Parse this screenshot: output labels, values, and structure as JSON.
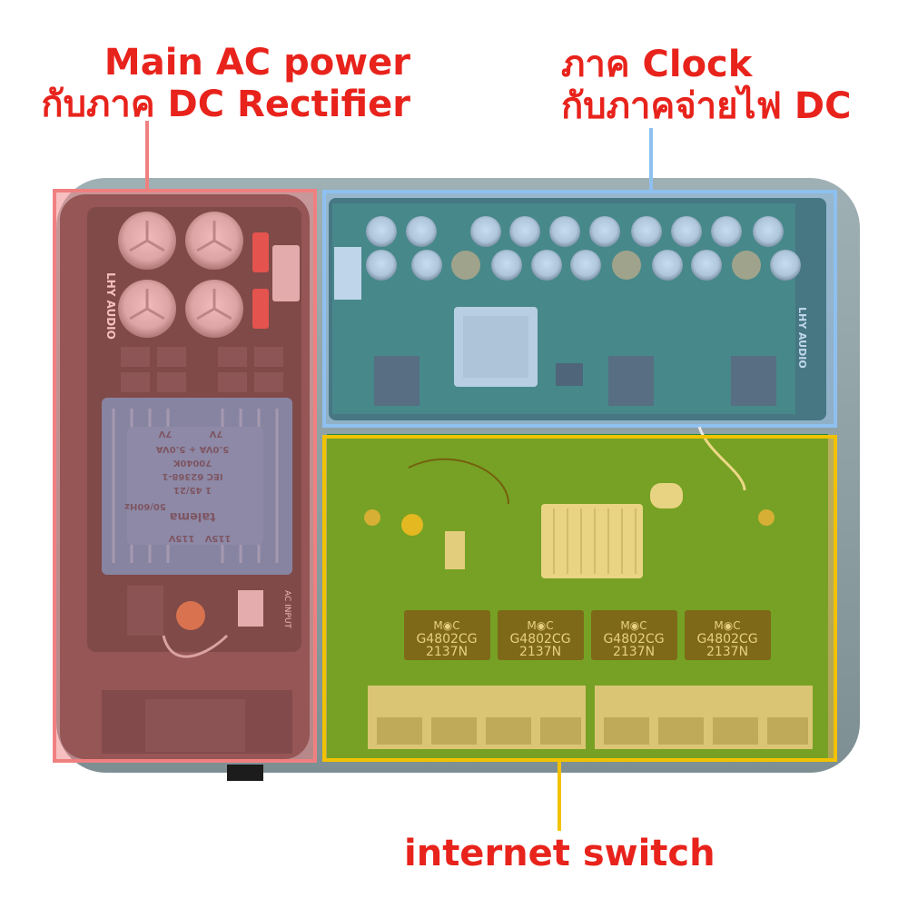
{
  "callouts": {
    "ac_power": {
      "line1": "Main AC power",
      "line2": "กับภาค DC Rectifier",
      "color": "#e8231c",
      "box_color": "#f08080"
    },
    "clock": {
      "line1": "ภาค Clock",
      "line2": "กับภาคจ่ายไฟ DC",
      "color": "#e8231c",
      "box_color": "#8ec0f0"
    },
    "switch": {
      "line1": "internet switch",
      "color": "#e8231c",
      "box_color": "#f2c200"
    }
  },
  "board_text": {
    "brand_left": "LHY AUDIO",
    "brand_right": "LHY AUDIO",
    "transformer": [
      "7V",
      "7V",
      "5.0VA + 5.0VA",
      "70040K",
      "IEC 62368-1",
      "1 45/21",
      "115V",
      "115V",
      "50/60Hz",
      "talema"
    ],
    "ac_input": "AC INPUT",
    "chips": [
      "G4802CG",
      "G4802CG",
      "G4802CG",
      "G4802CG"
    ],
    "chip_code": "2137N",
    "chip_brand": "M◉C"
  }
}
